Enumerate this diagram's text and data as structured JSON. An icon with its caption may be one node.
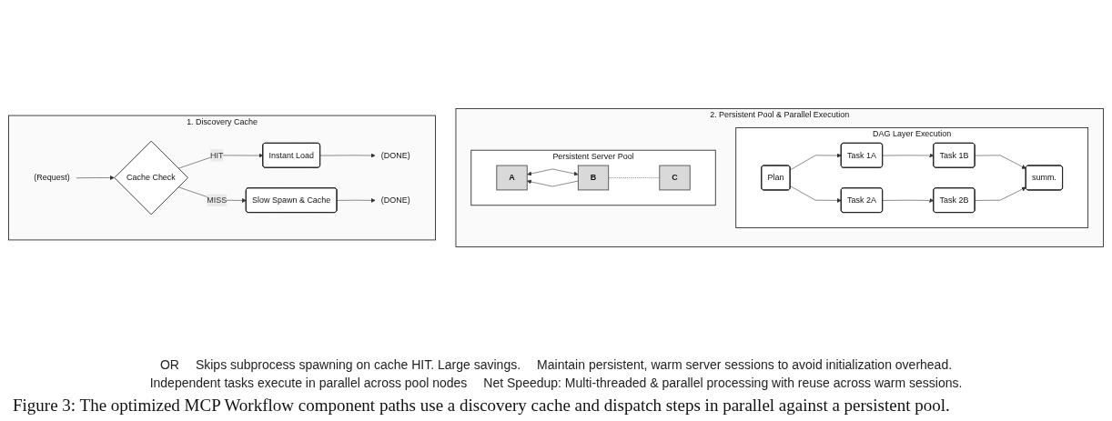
{
  "diagram": {
    "caption": "Figure 3: The optimized MCP Workflow component paths use a discovery cache and dispatch steps in parallel against a persistent pool.",
    "nodes": [
      {
        "text": [
          "1. Discovery Cache"
        ]
      },
      {
        "text": [
          "(Request)"
        ],
        "in": 0
      },
      {
        "text": [
          "Cache Check"
        ],
        "in": 0
      },
      {
        "text": [
          "Instant Load"
        ],
        "in": 0
      },
      {
        "text": [
          "(DONE)"
        ],
        "in": 0
      },
      {
        "text": [
          "Slow Spawn & Cache"
        ],
        "in": 0
      },
      {
        "text": [
          "(DONE)"
        ],
        "in": 0
      },
      {
        "text": [
          "2. Persistent Pool & Parallel Execution"
        ]
      },
      {
        "text": [
          "Persistent Server Pool"
        ],
        "in": 7
      },
      {
        "text": [
          "A"
        ],
        "in": 8
      },
      {
        "text": [
          "B"
        ],
        "in": 8
      },
      {
        "text": [
          "C"
        ],
        "in": 8
      },
      {
        "text": [
          "DAG Layer Execution"
        ],
        "in": 7
      },
      {
        "text": [
          "Plan"
        ],
        "in": 12
      },
      {
        "text": [
          "Task 1A"
        ],
        "in": 12
      },
      {
        "text": [
          "Task 1B"
        ],
        "in": 12
      },
      {
        "text": [
          "Task 2A"
        ],
        "in": 12
      },
      {
        "text": [
          "Task 2B"
        ],
        "in": 12
      },
      {
        "text": [
          "summ."
        ],
        "in": 12
      }
    ],
    "edges": [
      {
        "from": 1,
        "to": 2,
        "arrow": "to"
      },
      {
        "from": 2,
        "to": 3,
        "label": "HIT",
        "arrow": "to"
      },
      {
        "from": 3,
        "to": 4,
        "arrow": "to"
      },
      {
        "from": 2,
        "to": 5,
        "label": "MISS",
        "arrow": "to"
      },
      {
        "from": 5,
        "to": 6,
        "arrow": "to"
      },
      {
        "from": 10,
        "to": 9,
        "arrow": "to"
      },
      {
        "from": 9,
        "to": 10,
        "arrow": "both"
      },
      {
        "from": 10,
        "to": 11,
        "arrow": "none",
        "style": "dashed"
      },
      {
        "from": 13,
        "to": 14,
        "arrow": "to"
      },
      {
        "from": 14,
        "to": 15,
        "arrow": "to"
      },
      {
        "from": 13,
        "to": 16,
        "arrow": "to"
      },
      {
        "from": 16,
        "to": 17,
        "arrow": "to"
      },
      {
        "from": 15,
        "to": 18,
        "arrow": "to"
      },
      {
        "from": 17,
        "to": 18,
        "arrow": "to"
      }
    ],
    "labels": [
      "OR",
      "Skips subprocess spawning on cache HIT. Large savings.",
      "Maintain persistent, warm server sessions to avoid initialization overhead.",
      "Independent tasks execute in parallel across pool nodes",
      "Net Speedup: Multi-threaded & parallel processing with reuse across warm sessions."
    ]
  }
}
